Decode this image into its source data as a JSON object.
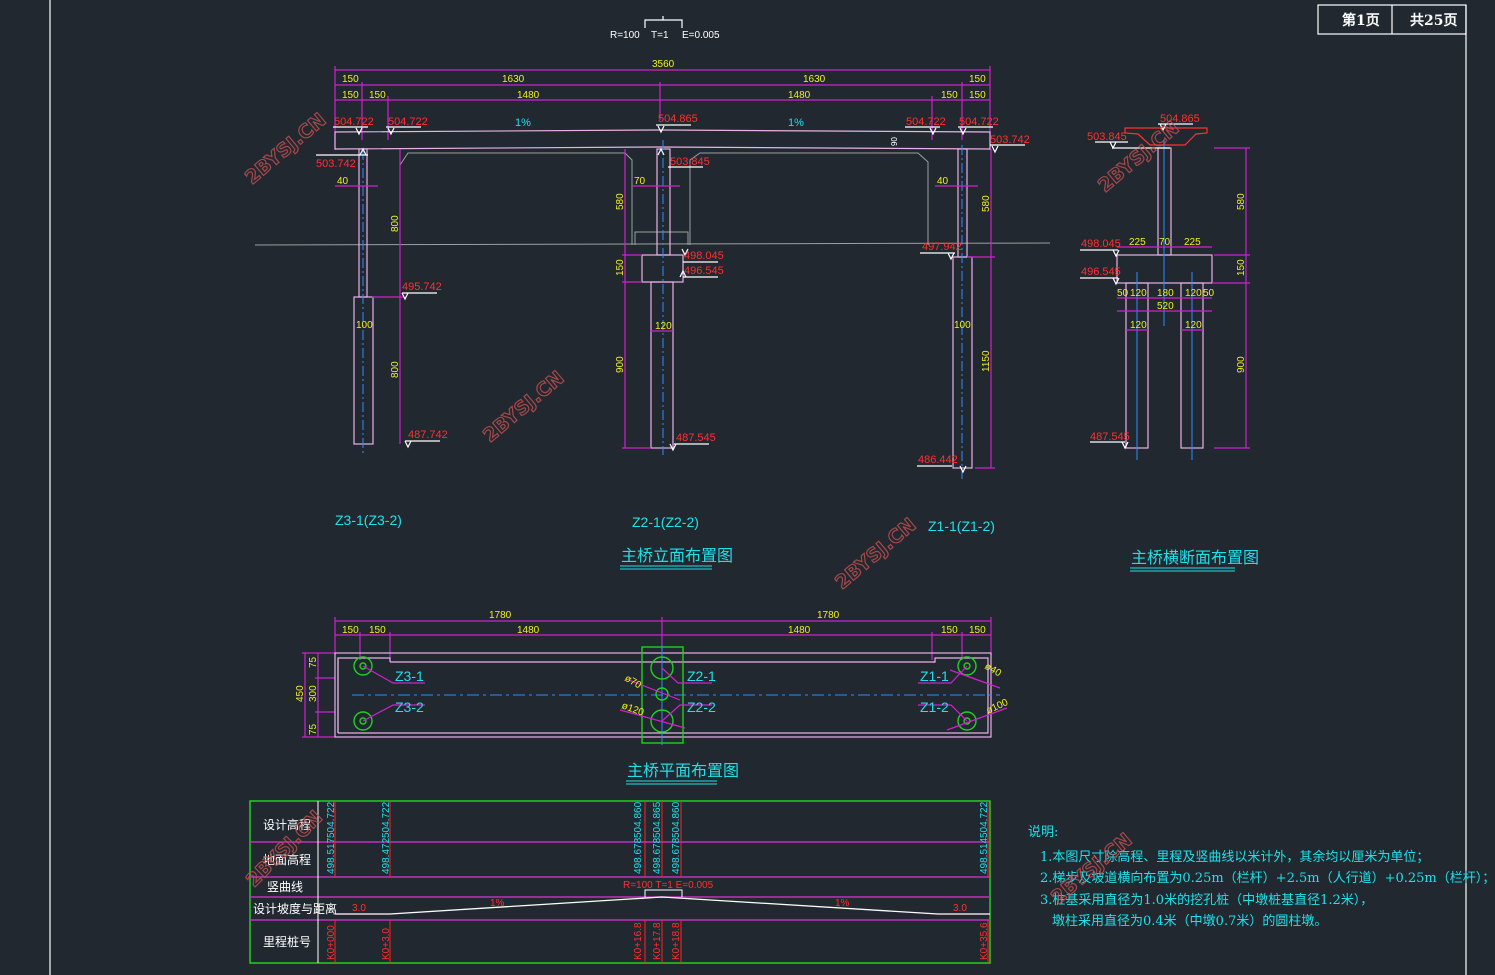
{
  "title_block": {
    "page": "第1页",
    "total": "共25页"
  },
  "vertical_curve": {
    "r": "R=100",
    "t": "T=1",
    "e": "E=0.005"
  },
  "elevation": {
    "title": "主桥立面布置图",
    "dims_top": {
      "total": "3560",
      "span_left": "1630",
      "span_right": "1630",
      "end_l": "150",
      "end_r": "150",
      "r2_l1": "150",
      "r2_l2": "150",
      "r2_mid_l": "1480",
      "r2_mid_r": "1480",
      "r2_r1": "150",
      "r2_r2": "150"
    },
    "slope_left": "1%",
    "slope_right": "1%",
    "deck_depth": "90",
    "levels": {
      "l_top1": "504.722",
      "l_top2": "504.722",
      "mid_top": "504.865",
      "r_top1": "504.722",
      "r_top2": "504.722",
      "r_bottom": "503.742",
      "l_bottom": "503.742",
      "mid_bottom": "503.845",
      "mid_cap_top": "498.045",
      "mid_cap_bot": "496.545",
      "l_pile_top": "495.742",
      "l_pile_bot": "487.742",
      "mid_pile_bot": "487.545",
      "r_ground": "497.942",
      "r_pile_bot": "486.442"
    },
    "left_pier": {
      "col_w": "40",
      "col_h": "800",
      "pile_w": "100",
      "pile_h": "800",
      "label": "Z3-1(Z3-2)"
    },
    "mid_pier": {
      "col_w": "70",
      "col_h": "580",
      "cap_h": "150",
      "pile_w": "120",
      "pile_h": "900",
      "label": "Z2-1(Z2-2)"
    },
    "right_pier": {
      "col_w": "40",
      "col_h": "580",
      "pile_w": "100",
      "pile_h": "1150",
      "label": "Z1-1(Z1-2)"
    }
  },
  "cross_section": {
    "title": "主桥横断面布置图",
    "levels": {
      "top": "504.865",
      "bottom": "503.845",
      "cap_top": "498.045",
      "cap_bot": "496.545",
      "pile_bot": "487.545"
    },
    "dims": {
      "a": "225",
      "b": "70",
      "c": "225",
      "d1": "50",
      "d2": "120",
      "d3": "180",
      "d4": "120",
      "d5": "50",
      "total": "520",
      "pile1": "120",
      "pile2": "120",
      "h1": "580",
      "h2": "150",
      "h3": "900"
    }
  },
  "plan": {
    "title": "主桥平面布置图",
    "dims": {
      "half_l": "1780",
      "half_r": "1780",
      "a": "150",
      "b": "150",
      "c": "1480",
      "d": "1480",
      "e": "150",
      "f": "150",
      "width": "450",
      "w1": "75",
      "w2": "300",
      "w3": "75"
    },
    "piles": {
      "z31": "Z3-1",
      "z32": "Z3-2",
      "z21": "Z2-1",
      "z22": "Z2-2",
      "z11": "Z1-1",
      "z12": "Z1-2"
    },
    "diameters": {
      "d70": "ø70",
      "d120": "ø120",
      "d40": "ø40",
      "d100": "ø100"
    }
  },
  "profile_table": {
    "row_labels": [
      "设计高程",
      "地面高程",
      "竖曲线",
      "设计坡度与距离",
      "里程桩号"
    ],
    "design_elev": [
      "504.722",
      "504.722",
      "504.860",
      "504.865",
      "504.860",
      "504.722"
    ],
    "ground_elev": [
      "498.517",
      "498.472",
      "498.678",
      "498.678",
      "498.678",
      "498.514"
    ],
    "curve": "R=100  T=1  E=0.005",
    "grades": [
      "3.0",
      "1%",
      "1%",
      "3.0"
    ],
    "stations": [
      "K0+000",
      "K0+3.0",
      "K0+16.8",
      "K0+17.8",
      "K0+18.8",
      "K0+35.6"
    ]
  },
  "notes": {
    "heading": "说明:",
    "items": [
      "1.本图尺寸除高程、里程及竖曲线以米计外，其余均以厘米为单位；",
      "2.梯步及坡道横向布置为0.25m（栏杆）+2.5m（人行道）+0.25m（栏杆）；",
      "3.桩基采用直径为1.0米的挖孔桩（中墩桩基直径1.2米），",
      "墩柱采用直径为0.4米（中墩0.7米）的圆柱墩。"
    ]
  },
  "watermark": "2BYSJ.CN"
}
